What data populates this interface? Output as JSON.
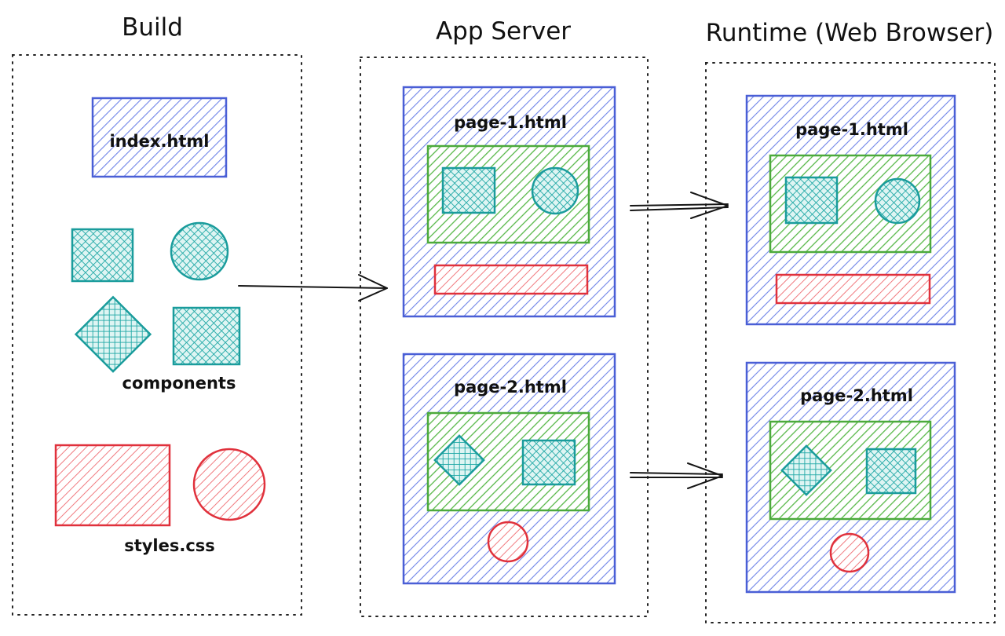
{
  "columns": {
    "build": {
      "heading": "Build"
    },
    "app_server": {
      "heading": "App Server"
    },
    "runtime": {
      "heading": "Runtime (Web Browser)"
    }
  },
  "build": {
    "index_file": "index.html",
    "components_label": "components",
    "styles_label": "styles.css"
  },
  "app_server": {
    "page1": "page-1.html",
    "page2": "page-2.html"
  },
  "runtime": {
    "page1": "page-1.html",
    "page2": "page-2.html"
  },
  "colors": {
    "page_blue": "#4a5fd6",
    "component_teal": "#1a9c9c",
    "layout_green": "#4caa3c",
    "style_red": "#e0313c",
    "ink": "#111111"
  }
}
